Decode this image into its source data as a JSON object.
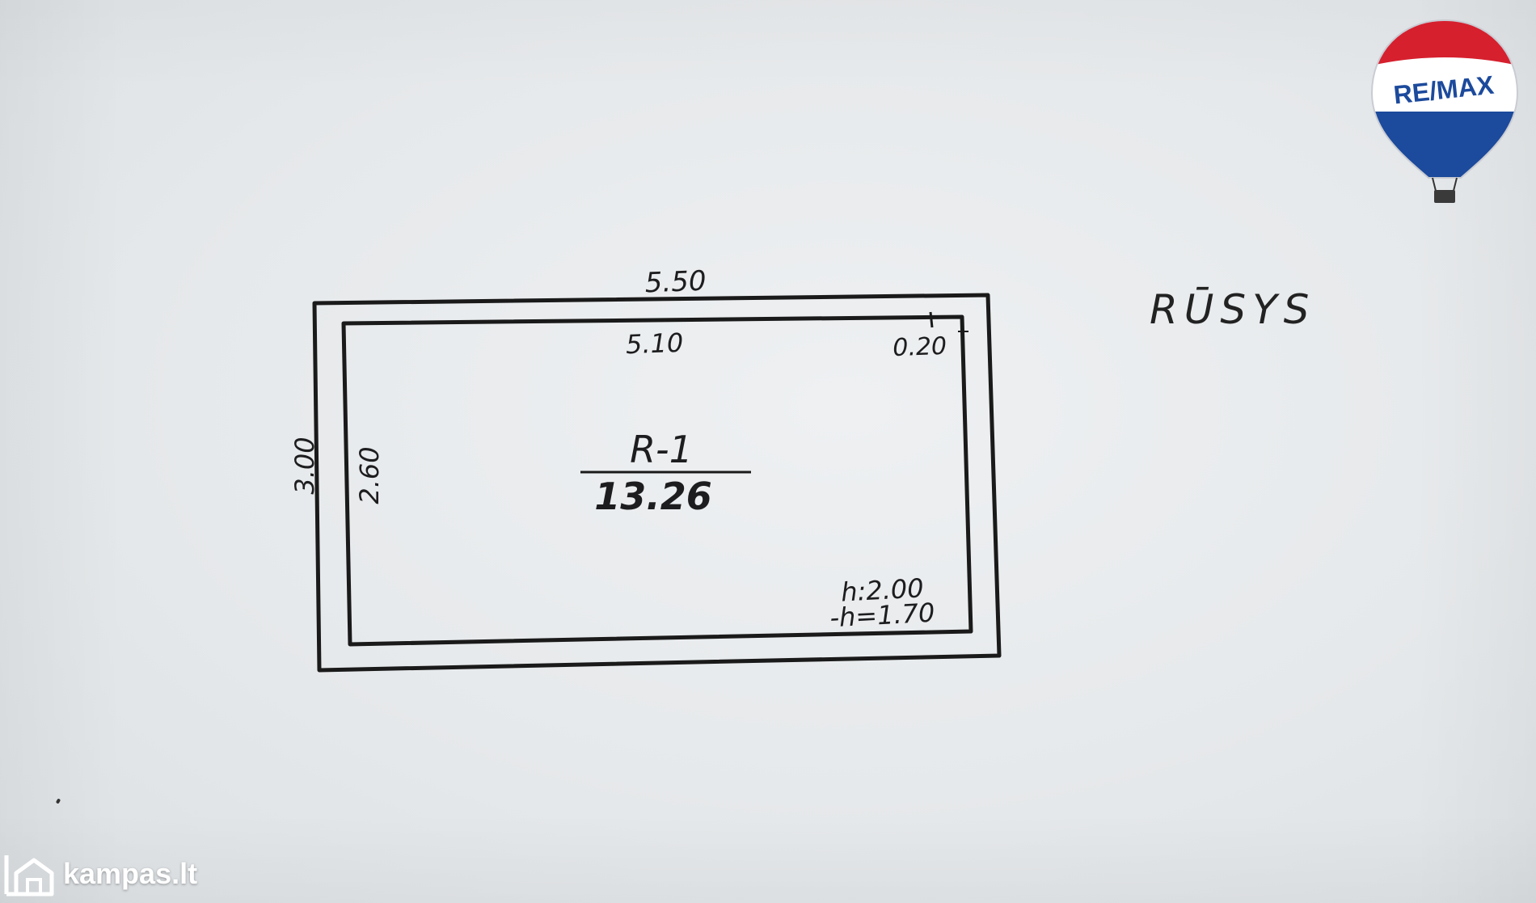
{
  "plan": {
    "title": "RŪSYS",
    "room": {
      "label": "R-1",
      "area": "13.26"
    },
    "dimensions": {
      "outer_width": "5.50",
      "inner_width": "5.10",
      "wall_thickness": "0.20",
      "outer_height": "3.00",
      "inner_height": "2.60",
      "ceiling_height": "h:2.00",
      "sub_height": "-h=1.70"
    }
  },
  "logo": {
    "brand": "RE/MAX",
    "colors": {
      "red": "#d6202e",
      "blue": "#1c4a9c",
      "white": "#ffffff"
    }
  },
  "watermark": {
    "text": "kampas.lt"
  }
}
